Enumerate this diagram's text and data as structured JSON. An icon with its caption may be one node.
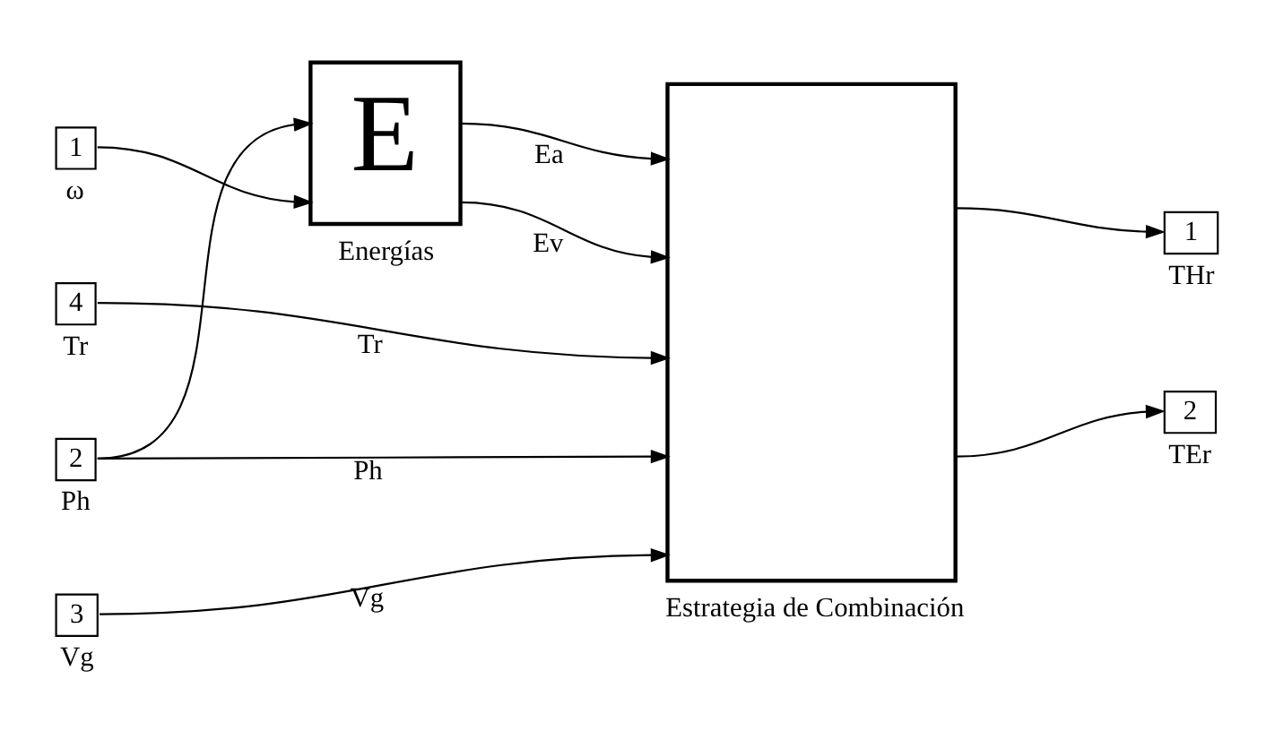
{
  "diagram": {
    "nodes": [
      {
        "text": [
          "1"
        ],
        "beside": [
          "ω"
        ]
      },
      {
        "text": [
          "E",
          "Energías"
        ]
      },
      {
        "text": [
          "Estrategia de Combinación"
        ]
      },
      {
        "text": [
          "1"
        ],
        "beside": [
          "THr"
        ]
      },
      {
        "text": [
          "4"
        ],
        "beside": [
          "Tr"
        ]
      },
      {
        "text": [
          "2"
        ],
        "beside": [
          "Ph"
        ]
      },
      {
        "text": [
          "2"
        ],
        "beside": [
          "TEr"
        ]
      },
      {
        "text": [
          "3"
        ],
        "beside": [
          "Vg"
        ]
      }
    ],
    "edges": [
      {
        "from": 5,
        "to": 1,
        "arrow": "to"
      },
      {
        "from": 0,
        "to": 1,
        "arrow": "to"
      },
      {
        "from": 1,
        "to": 2,
        "arrow": "to",
        "label": "Ea"
      },
      {
        "from": 1,
        "to": 2,
        "arrow": "to",
        "label": "Ev"
      },
      {
        "from": 4,
        "to": 2,
        "arrow": "to",
        "label": "Tr"
      },
      {
        "from": 5,
        "to": 2,
        "arrow": "to",
        "label": "Ph"
      },
      {
        "from": 7,
        "to": 2,
        "arrow": "to",
        "label": "Vg"
      },
      {
        "from": 2,
        "to": 3,
        "arrow": "to"
      },
      {
        "from": 2,
        "to": 6,
        "arrow": "to"
      }
    ]
  }
}
